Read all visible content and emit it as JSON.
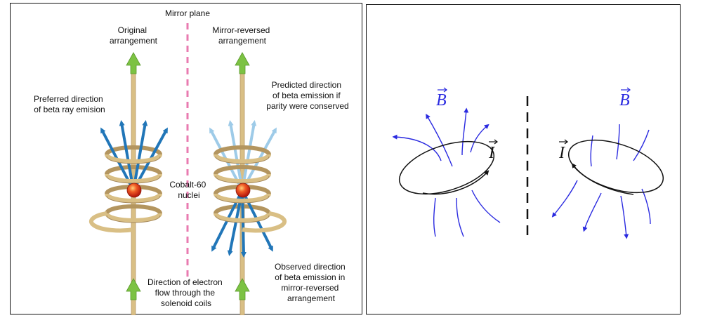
{
  "left_panel": {
    "mirror_plane_label": "Mirror plane",
    "original_label": [
      "Original",
      "arrangement"
    ],
    "mirror_label": [
      "Mirror-reversed",
      "arrangement"
    ],
    "preferred_label": [
      "Preferred direction",
      "of beta ray emision"
    ],
    "predicted_label": [
      "Predicted direction",
      "of beta emission if",
      "parity were conserved"
    ],
    "cobalt_label": [
      "Cobalt-60",
      "nuclei"
    ],
    "electron_label": [
      "Direction of electron",
      "flow through the",
      "solenoid coils"
    ],
    "observed_label": [
      "Observed direction",
      "of beta emission in",
      "mirror-reversed",
      "arrangement"
    ],
    "colors": {
      "rod": "#d9bf85",
      "coil": "#c9ad74",
      "mirror_line": "#e97bb0",
      "beta_arrow": "#2176b8",
      "beta_arrow_faded": "#9ecbe8",
      "current_arrow": "#7cc243",
      "nucleus": "#e8321a"
    }
  },
  "right_panel": {
    "b_label": "B",
    "i_label": "I",
    "colors": {
      "field_line": "#2a2ae0",
      "loop": "#111111",
      "divider": "#111111"
    }
  }
}
